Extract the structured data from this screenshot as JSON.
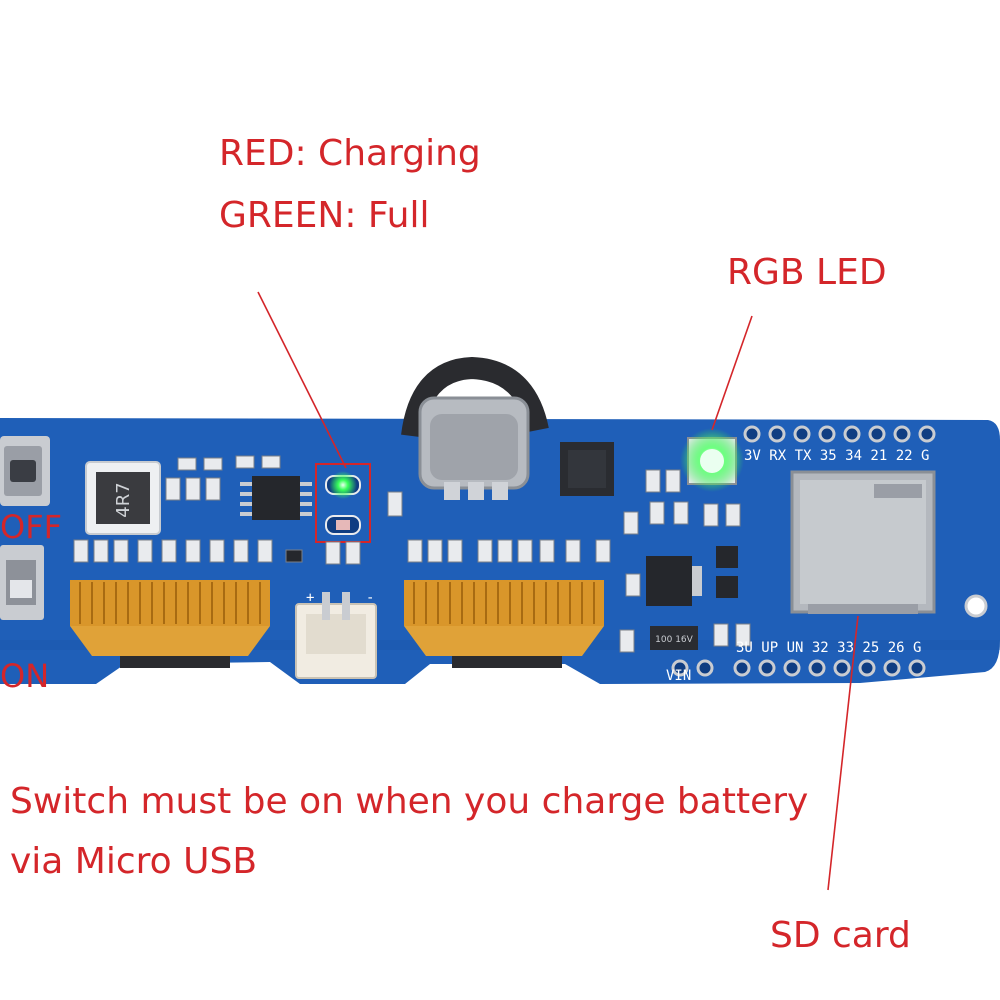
{
  "annotations": {
    "charging_line1": "RED: Charging",
    "charging_line2": "GREEN: Full",
    "rgb_led": "RGB LED",
    "off": "OFF",
    "on": "ON",
    "switch_note_line1": "Switch must be on when you charge battery",
    "switch_note_line2": "via Micro USB",
    "sd_card": "SD card"
  },
  "board_silkscreen": {
    "inductor": "4R7",
    "top_pins": "3V RX TX 35 34 21 22 G",
    "bottom_pins": "3U UP UN 32 33 25 26 G",
    "vin": "VIN",
    "cap": "100 16V",
    "plus": "+",
    "minus": "-"
  },
  "colors": {
    "annotation": "#d4262a",
    "pcb": "#1f5fb8",
    "pcb_dark": "#174a93",
    "led_green": "#38ff5a",
    "fpc_gold": "#d9962a"
  }
}
